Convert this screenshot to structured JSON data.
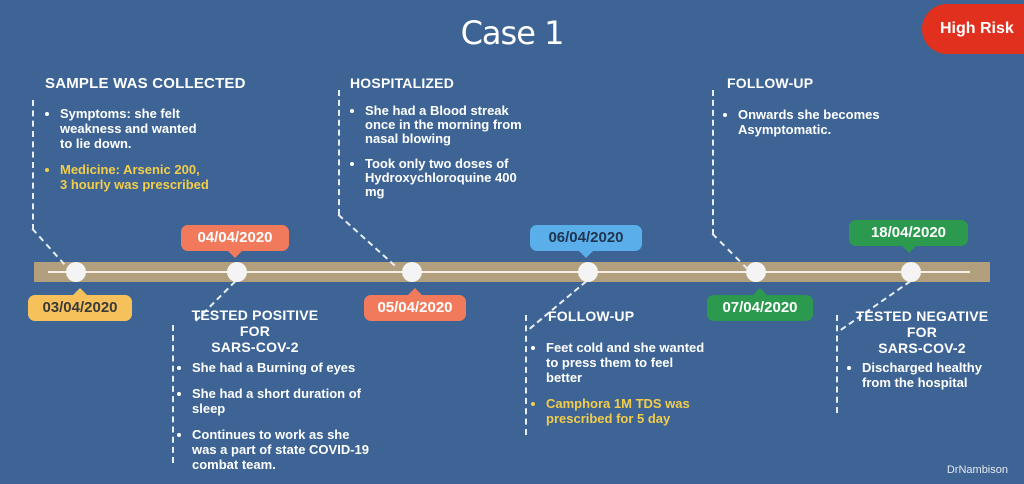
{
  "title": "Case 1",
  "risk_label": "High Risk",
  "credit": "DrNambison",
  "colors": {
    "background": "#3d6494",
    "risk": "#e1301d",
    "track": "#b29f7d",
    "date_yellow": "#f6c15b",
    "date_orange": "#f27a5c",
    "date_blue": "#5aafea",
    "date_green": "#2b9a4e",
    "highlight_text": "#f2cd4b"
  },
  "dates": {
    "d1": "03/04/2020",
    "d2": "04/04/2020",
    "d3": "05/04/2020",
    "d4": "06/04/2020",
    "d5": "07/04/2020",
    "d6": "18/04/2020"
  },
  "events": {
    "sample": {
      "heading": "SAMPLE WAS COLLECTED",
      "bullets": [
        "Symptoms: she felt weakness and wanted to lie down.",
        "Medicine: Arsenic 200, 3 hourly was prescribed"
      ]
    },
    "positive": {
      "heading_line1": "TESTED POSITIVE FOR",
      "heading_line2": "SARS-COV-2",
      "bullets": [
        "She had a Burning of eyes",
        "She had a short duration of sleep",
        "Continues to work as she was a part of state COVID-19 combat team."
      ]
    },
    "hospitalized": {
      "heading": "HOSPITALIZED",
      "bullets": [
        "She had a Blood streak once in the morning from nasal blowing",
        "Took only two doses of Hydroxychloroquine 400 mg"
      ]
    },
    "followup1": {
      "heading": "FOLLOW-UP",
      "bullets": [
        "Feet cold and she wanted to press them to feel better",
        "Camphora 1M TDS was prescribed for 5 day"
      ]
    },
    "followup2": {
      "heading": "FOLLOW-UP",
      "bullets": [
        "Onwards she becomes Asymptomatic."
      ]
    },
    "negative": {
      "heading_line1": "TESTED NEGATIVE FOR",
      "heading_line2": "SARS-COV-2",
      "bullets": [
        "Discharged healthy from the hospital"
      ]
    }
  }
}
